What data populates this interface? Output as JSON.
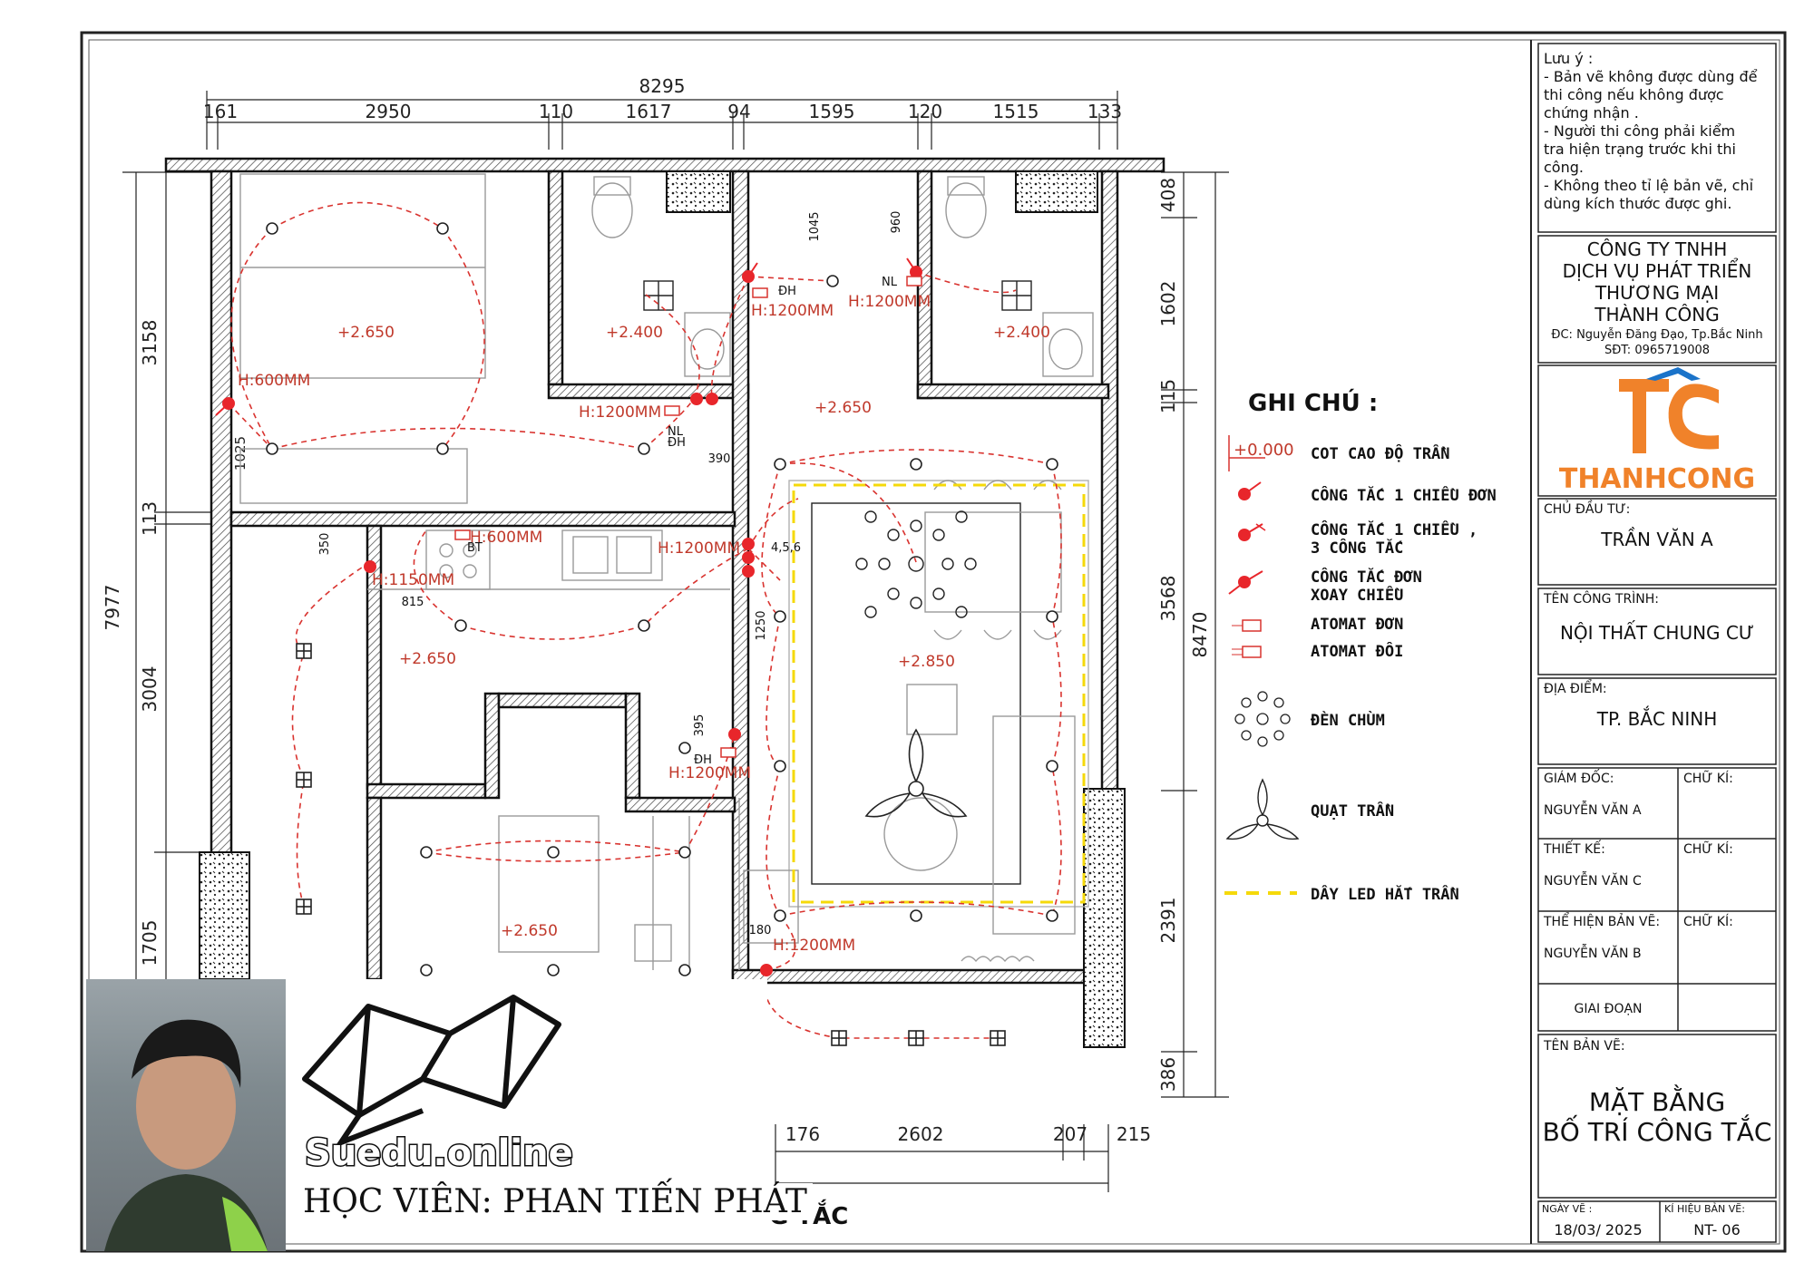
{
  "dimensions": {
    "top_total": "8295",
    "top_segments": [
      "161",
      "2950",
      "110",
      "1617",
      "94",
      "1595",
      "120",
      "1515",
      "133"
    ],
    "left_total": "7977",
    "left_segments": [
      "3158",
      "113",
      "3004",
      "1705"
    ],
    "left_inner": "1025",
    "right_total": "8470",
    "right_segments": [
      "408",
      "1602",
      "115",
      "3568",
      "2391",
      "386"
    ],
    "bottom_segments": [
      "176",
      "2602",
      "207",
      "215"
    ],
    "misc": [
      "1045",
      "960",
      "350",
      "815",
      "1250",
      "390",
      "395",
      "180"
    ]
  },
  "annotations": {
    "heights": [
      "H:600MM",
      "H:1200MM",
      "H:1200MM",
      "H:1200MM",
      "H:600MM",
      "H:1200MM",
      "H:1150MM",
      "H:1200MM",
      "H:1200MM"
    ],
    "levels": [
      "+2.650",
      "+2.400",
      "+2.400",
      "+2.650",
      "+2.650",
      "+2.850",
      "+2.650"
    ],
    "tags": [
      "ĐH",
      "NL",
      "NL",
      "ĐH",
      "BT",
      "ĐH",
      "4,5,6"
    ]
  },
  "legend": {
    "title": "GHI CHÚ :",
    "sample_level": "+0.000",
    "items": [
      {
        "icon": "level-mark-icon",
        "label": "COT CAO ĐỘ TRẦN"
      },
      {
        "icon": "switch-one-way-icon",
        "label": "CÔNG TẮC 1 CHIỀU ĐƠN"
      },
      {
        "icon": "switch-three-gang-icon",
        "label": "CÔNG TẮC 1 CHIỀU ,"
      },
      {
        "icon": "",
        "label": "3 CÔNG TẮC"
      },
      {
        "icon": "switch-two-way-icon",
        "label": "CÔNG TẮC ĐƠN"
      },
      {
        "icon": "",
        "label": "XOAY CHIỀU"
      },
      {
        "icon": "breaker-single-icon",
        "label": "ATOMAT ĐƠN"
      },
      {
        "icon": "breaker-double-icon",
        "label": "ATOMAT ĐÔI"
      },
      {
        "icon": "chandelier-icon",
        "label": "ĐÈN CHÙM"
      },
      {
        "icon": "ceiling-fan-icon",
        "label": "QUẠT TRẦN"
      },
      {
        "icon": "led-strip-icon",
        "label": "DÂY LED HẮT TRẦN"
      }
    ]
  },
  "notes": {
    "title": "Lưu ý :",
    "lines": [
      "- Bản vẽ không được dùng để",
      "thi công nếu không được",
      "chứng nhận .",
      "- Người thi công phải kiểm",
      "tra hiện trạng trước khi thi",
      "công.",
      "- Không theo tỉ lệ bản vẽ, chỉ",
      "dùng kích thước được ghi."
    ]
  },
  "company": {
    "lines": [
      "CÔNG TY TNHH",
      "DỊCH VỤ PHÁT TRIỂN",
      "THƯƠNG MẠI",
      "THÀNH CÔNG"
    ],
    "address": "ĐC: Nguyễn Đăng Đạo, Tp.Bắc Ninh",
    "phone": "SĐT: 0965719008",
    "logo_text": "THANHCONG"
  },
  "title_block": {
    "owner_label": "CHỦ ĐẦU TƯ:",
    "owner": "TRẦN VĂN A",
    "project_label": "TÊN CÔNG TRÌNH:",
    "project": "NỘI THẤT CHUNG CƯ",
    "location_label": "ĐỊA ĐIỂM:",
    "location": "TP. BẮC NINH",
    "director_label": "GIÁM ĐỐC:",
    "director": "NGUYỄN VĂN A",
    "sign_label": "CHỮ KÍ:",
    "designer_label": "THIẾT KẾ:",
    "designer": "NGUYỄN VĂN C",
    "drafter_label": "THỂ HIỆN BẢN VẼ:",
    "drafter": "NGUYỄN VĂN B",
    "stage": "GIAI ĐOẠN",
    "drawing_label": "TÊN BẢN VẼ:",
    "drawing_line1": "MẶT BẰNG",
    "drawing_line2": "BỐ TRÍ CÔNG TẮC",
    "date_label": "NGÀY VẼ :",
    "date": "18/03/ 2025",
    "code_label": "KÍ HIỆU BẢN VẼ:",
    "code": "NT- 06"
  },
  "bottom_title_fragment": "G TẮC",
  "watermark": {
    "brand": "Suedu.online",
    "student": "HỌC VIÊN: PHAN TIẾN PHÁT"
  },
  "colors": {
    "accent_red": "#e8262b",
    "led_yellow": "#f5d90a",
    "logo_orange": "#f0822a",
    "logo_blue": "#1a73c9"
  }
}
